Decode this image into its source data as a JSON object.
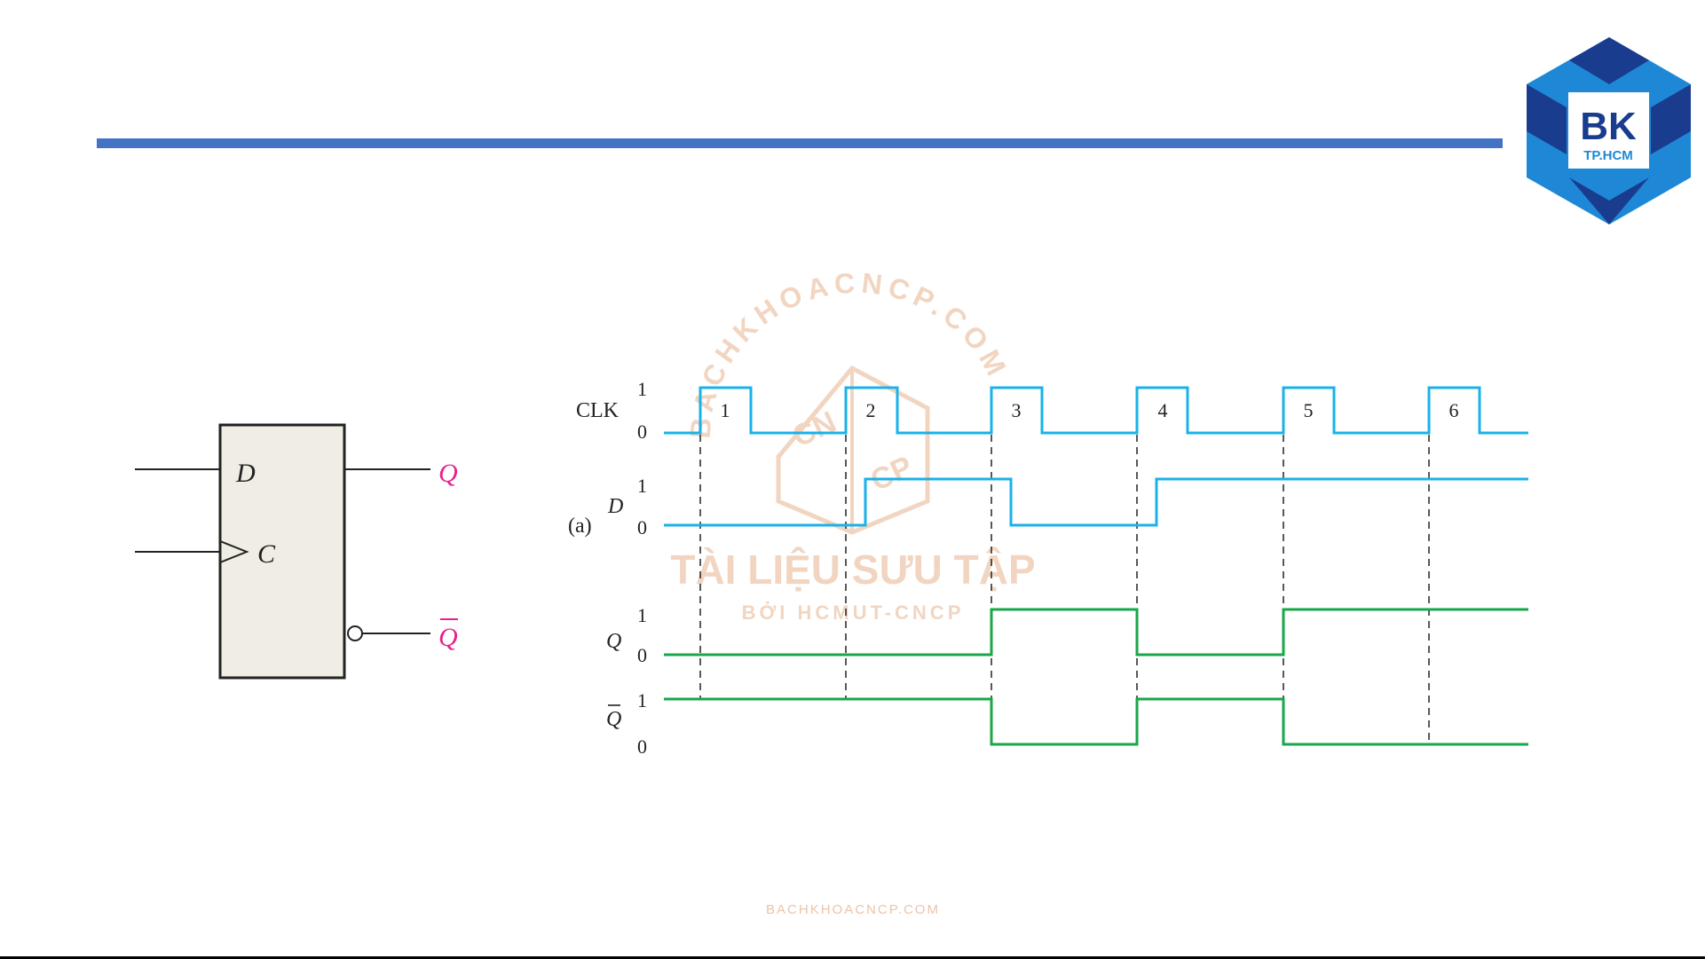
{
  "logo": {
    "text_main": "BK",
    "text_sub": "TP.HCM"
  },
  "watermark": {
    "arc_text": "BACHKHOACNCP.COM",
    "badge_left": "CN",
    "badge_right": "CP",
    "line1": "TÀI LIỆU SƯU TẬP",
    "line2": "BỞI HCMUT-CNCP"
  },
  "footer_text": "BACHKHOACNCP.COM",
  "flipflop": {
    "input_d": "D",
    "input_c": "C",
    "output_q": "Q",
    "output_qbar": "Q"
  },
  "timing": {
    "figure_label": "(a)",
    "clk_label": "CLK",
    "d_label": "D",
    "q_label": "Q",
    "qbar_label": "Q",
    "high": "1",
    "low": "0",
    "pulse_labels": [
      "1",
      "2",
      "3",
      "4",
      "5",
      "6"
    ]
  },
  "colors": {
    "accent_bar": "#4472c4",
    "clk_d_wave": "#1ab2e8",
    "q_wave": "#1aa64a",
    "output_label": "#e6228c",
    "logo_dark": "#1a3c8f",
    "logo_light": "#1e88d6",
    "watermark": "#ecc4a8"
  }
}
